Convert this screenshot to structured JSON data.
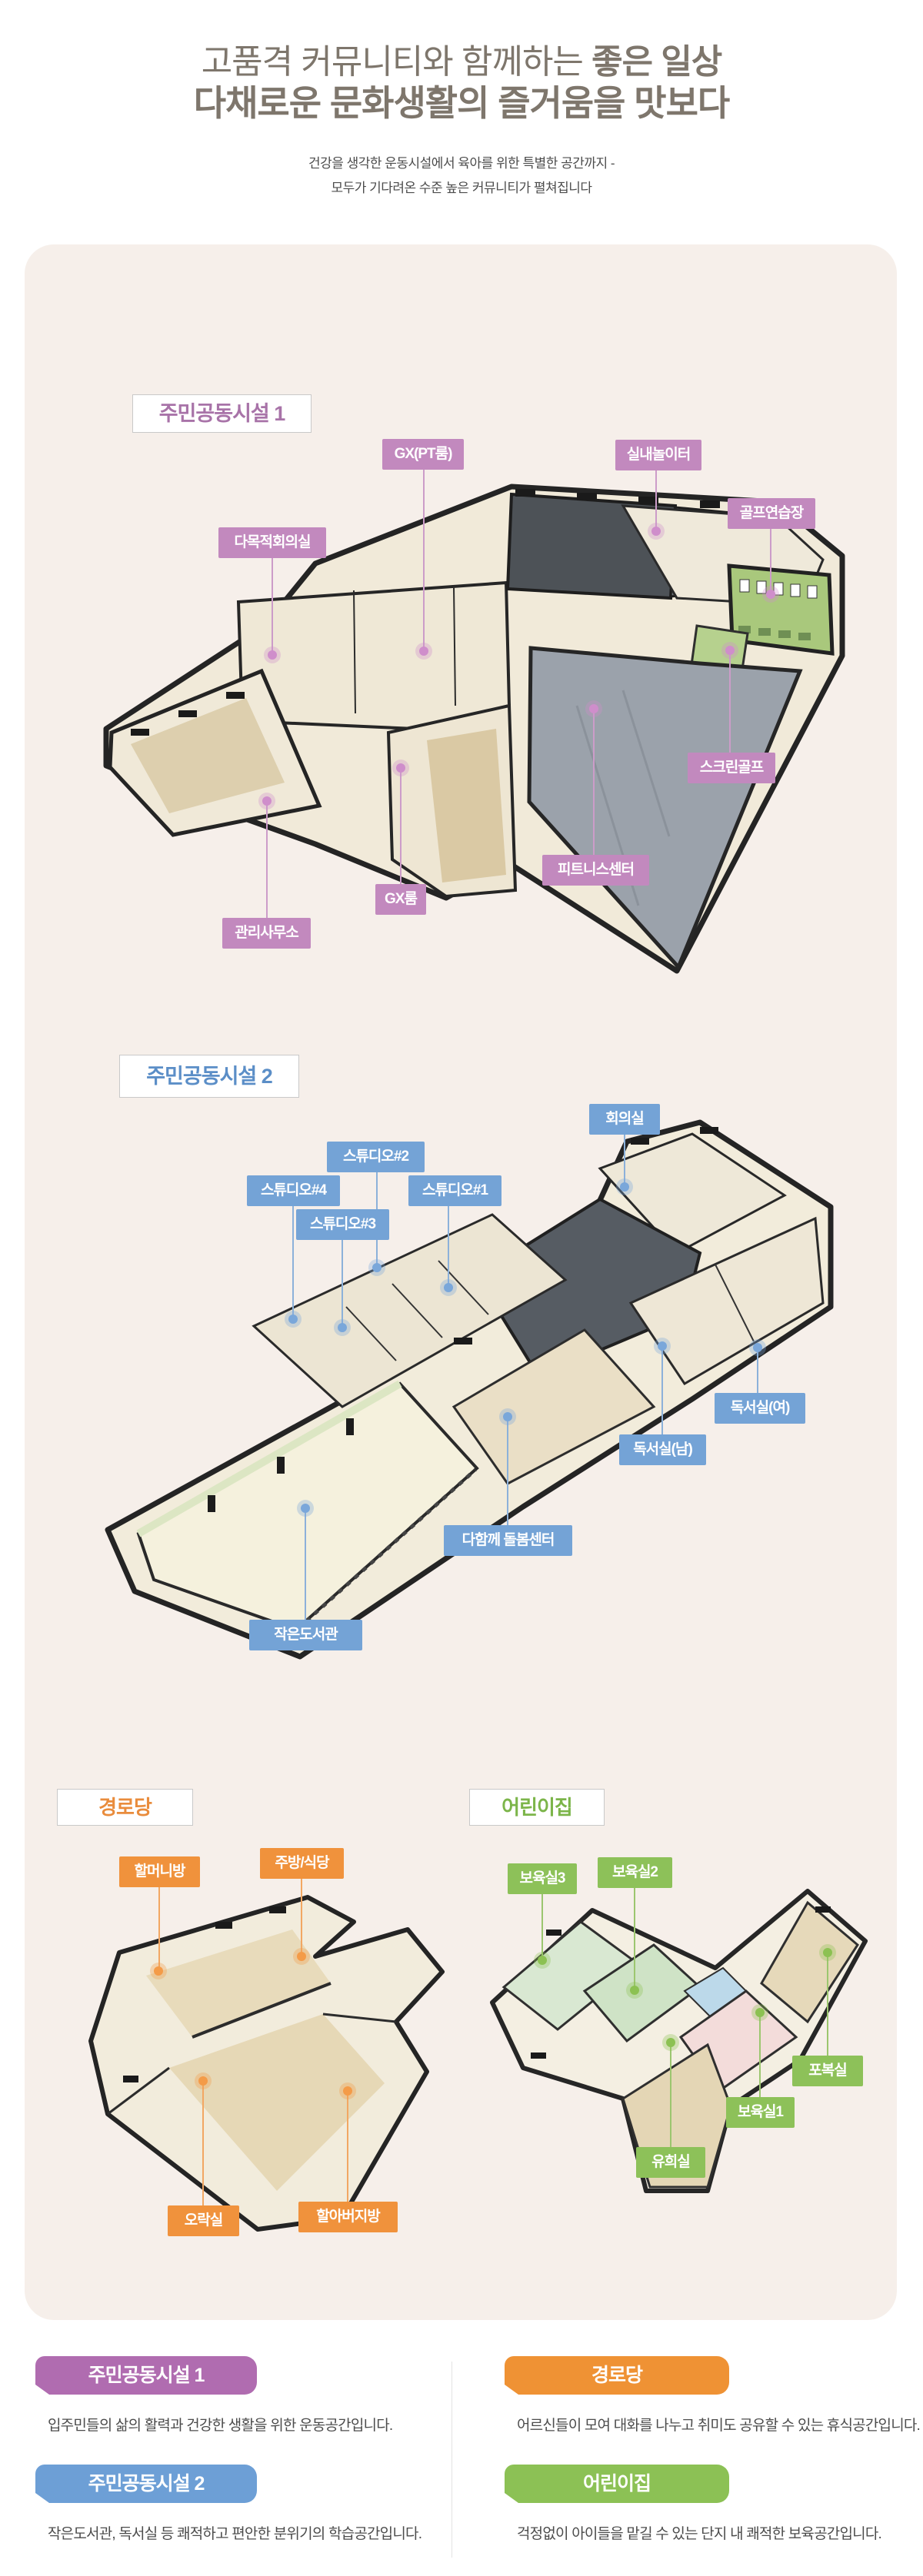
{
  "header": {
    "title_line1_regular": "고품격 커뮤니티와 함께하는 ",
    "title_line1_bold": "좋은 일상",
    "title_line2": "다채로운 문화생활의 즐거움을 맛보다",
    "subtitle_line1": "건강을 생각한 운동시설에서 육아를 위한 특별한 공간까지 -",
    "subtitle_line2": "모두가 기다려온 수준 높은 커뮤니티가 펼쳐집니다"
  },
  "sections": {
    "facility1": {
      "title": "주민공동시설 1",
      "accent_color": "#c289be",
      "labels": {
        "gx_pt": "GX(PT룸)",
        "indoor_play": "실내놀이터",
        "golf": "골프연습장",
        "meeting": "다목적회의실",
        "screen_golf": "스크린골프",
        "fitness": "피트니스센터",
        "gx": "GX룸",
        "office": "관리사무소"
      }
    },
    "facility2": {
      "title": "주민공동시설 2",
      "accent_color": "#74a3d6",
      "labels": {
        "conference": "회의실",
        "studio2": "스튜디오#2",
        "studio4": "스튜디오#4",
        "studio1": "스튜디오#1",
        "studio3": "스튜디오#3",
        "reading_f": "독서실(여)",
        "reading_m": "독서실(남)",
        "care_center": "다함께 돌봄센터",
        "library": "작은도서관"
      }
    },
    "senior": {
      "title": "경로당",
      "accent_color": "#f0923c",
      "labels": {
        "grandma": "할머니방",
        "kitchen": "주방/식당",
        "game": "오락실",
        "grandpa": "할아버지방"
      }
    },
    "daycare": {
      "title": "어린이집",
      "accent_color": "#8dc159",
      "labels": {
        "nursery3": "보육실3",
        "nursery2": "보육실2",
        "crawl": "포복실",
        "nursery1": "보육실1",
        "play": "유희실"
      }
    }
  },
  "legend": {
    "items": [
      {
        "title": "주민공동시설 1",
        "desc": "입주민들의 삶의 활력과 건강한 생활을 위한 운동공간입니다.",
        "color": "#b06cb0"
      },
      {
        "title": "경로당",
        "desc": "어르신들이 모여 대화를 나누고 취미도 공유할 수 있는 휴식공간입니다.",
        "color": "#ef9234"
      },
      {
        "title": "주민공동시설 2",
        "desc": "작은도서관, 독서실 등 쾌적하고 편안한 분위기의 학습공간입니다.",
        "color": "#6d9fd6"
      },
      {
        "title": "어린이집",
        "desc": "걱정없이 아이들을 맡길 수 있는 단지 내 쾌적한 보육공간입니다.",
        "color": "#8cc155"
      }
    ]
  }
}
